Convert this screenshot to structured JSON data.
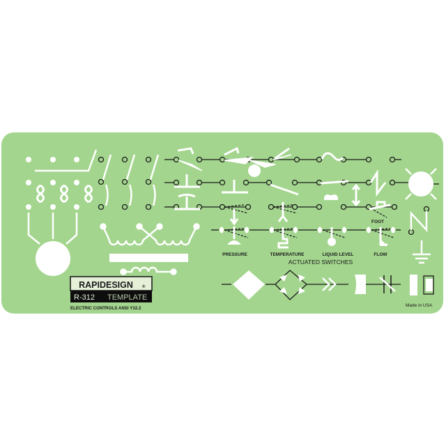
{
  "colors": {
    "background": "#ffffff",
    "template_green": "#a3d58e",
    "cutout_white": "#ffffff",
    "ink": "#1a1a1a",
    "logo_box_fill": "#e6f0d8"
  },
  "brand": {
    "logo": "RAPIDESIGN",
    "registered_mark": "®",
    "model": "R-312",
    "product": "TEMPLATE",
    "subtitle": "ELECTRIC CONTROLS ANSI Y32.2"
  },
  "labels": {
    "pressure": "PRESSURE",
    "temperature": "TEMPERATURE",
    "liquid_level": "LIQUID LEVEL",
    "flow": "FLOW",
    "foot": "FOOT",
    "section_title": "ACTUATED SWITCHES",
    "made_in": "Made in USA"
  },
  "symbols": [
    "disconnect-switch-3-pole",
    "fuses-3",
    "motor-circle",
    "circuit-breakers",
    "transformer-coils",
    "iron-core-bar",
    "inductor-coil",
    "contact-normally-open",
    "contact-normally-closed",
    "pushbutton-open",
    "pushbutton-closed",
    "limit-switches",
    "pressure-switch",
    "temperature-switch",
    "liquid-level-switch",
    "flow-switch",
    "foot-switch",
    "thermal-overload",
    "lamp-sun",
    "zigzag-resistor",
    "ground",
    "diamond-rectifier",
    "bridge-rectifier",
    "connector-chevrons",
    "capacitor",
    "resistor-boxes"
  ]
}
